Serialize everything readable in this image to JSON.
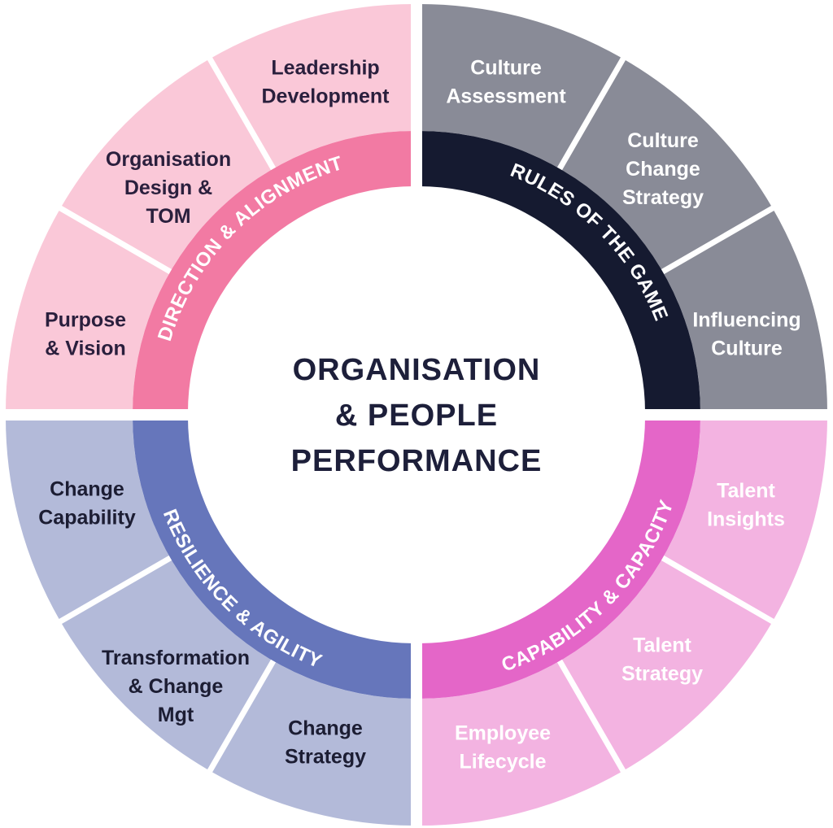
{
  "center": {
    "lines": [
      "ORGANISATION",
      "& PEOPLE",
      "PERFORMANCE"
    ],
    "color": "#1d1f3a"
  },
  "quadrants": [
    {
      "id": "direction",
      "label": "DIRECTION & ALIGNMENT",
      "ring_color": "#f27aa3",
      "segment_color": "#fac8d8",
      "label_color": "#ffffff",
      "text_color": "#2a1f3d",
      "segments": [
        {
          "lines": [
            "Purpose",
            "& Vision"
          ]
        },
        {
          "lines": [
            "Organisation",
            "Design &",
            "TOM"
          ]
        },
        {
          "lines": [
            "Leadership",
            "Development"
          ]
        }
      ]
    },
    {
      "id": "rules",
      "label": "RULES OF THE GAME",
      "ring_color": "#151a30",
      "segment_color": "#898b97",
      "label_color": "#ffffff",
      "text_color": "#ffffff",
      "segments": [
        {
          "lines": [
            "Culture",
            "Assessment"
          ]
        },
        {
          "lines": [
            "Culture",
            "Change",
            "Strategy"
          ]
        },
        {
          "lines": [
            "Influencing",
            "Culture"
          ]
        }
      ]
    },
    {
      "id": "capability",
      "label": "CAPABILITY & CAPACITY",
      "ring_color": "#e466c8",
      "segment_color": "#f3b3e1",
      "label_color": "#ffffff",
      "text_color": "#ffffff",
      "segments": [
        {
          "lines": [
            "Talent",
            "Insights"
          ]
        },
        {
          "lines": [
            "Talent",
            "Strategy"
          ]
        },
        {
          "lines": [
            "Employee",
            "Lifecycle"
          ]
        }
      ]
    },
    {
      "id": "resilience",
      "label": "RESILIENCE & AGILITY",
      "ring_color": "#6676bb",
      "segment_color": "#b3bad9",
      "label_color": "#ffffff",
      "text_color": "#1c1d33",
      "segments": [
        {
          "lines": [
            "Change",
            "Capability"
          ]
        },
        {
          "lines": [
            "Transformation",
            "& Change",
            "Mgt"
          ]
        },
        {
          "lines": [
            "Change",
            "Strategy"
          ]
        }
      ]
    }
  ]
}
